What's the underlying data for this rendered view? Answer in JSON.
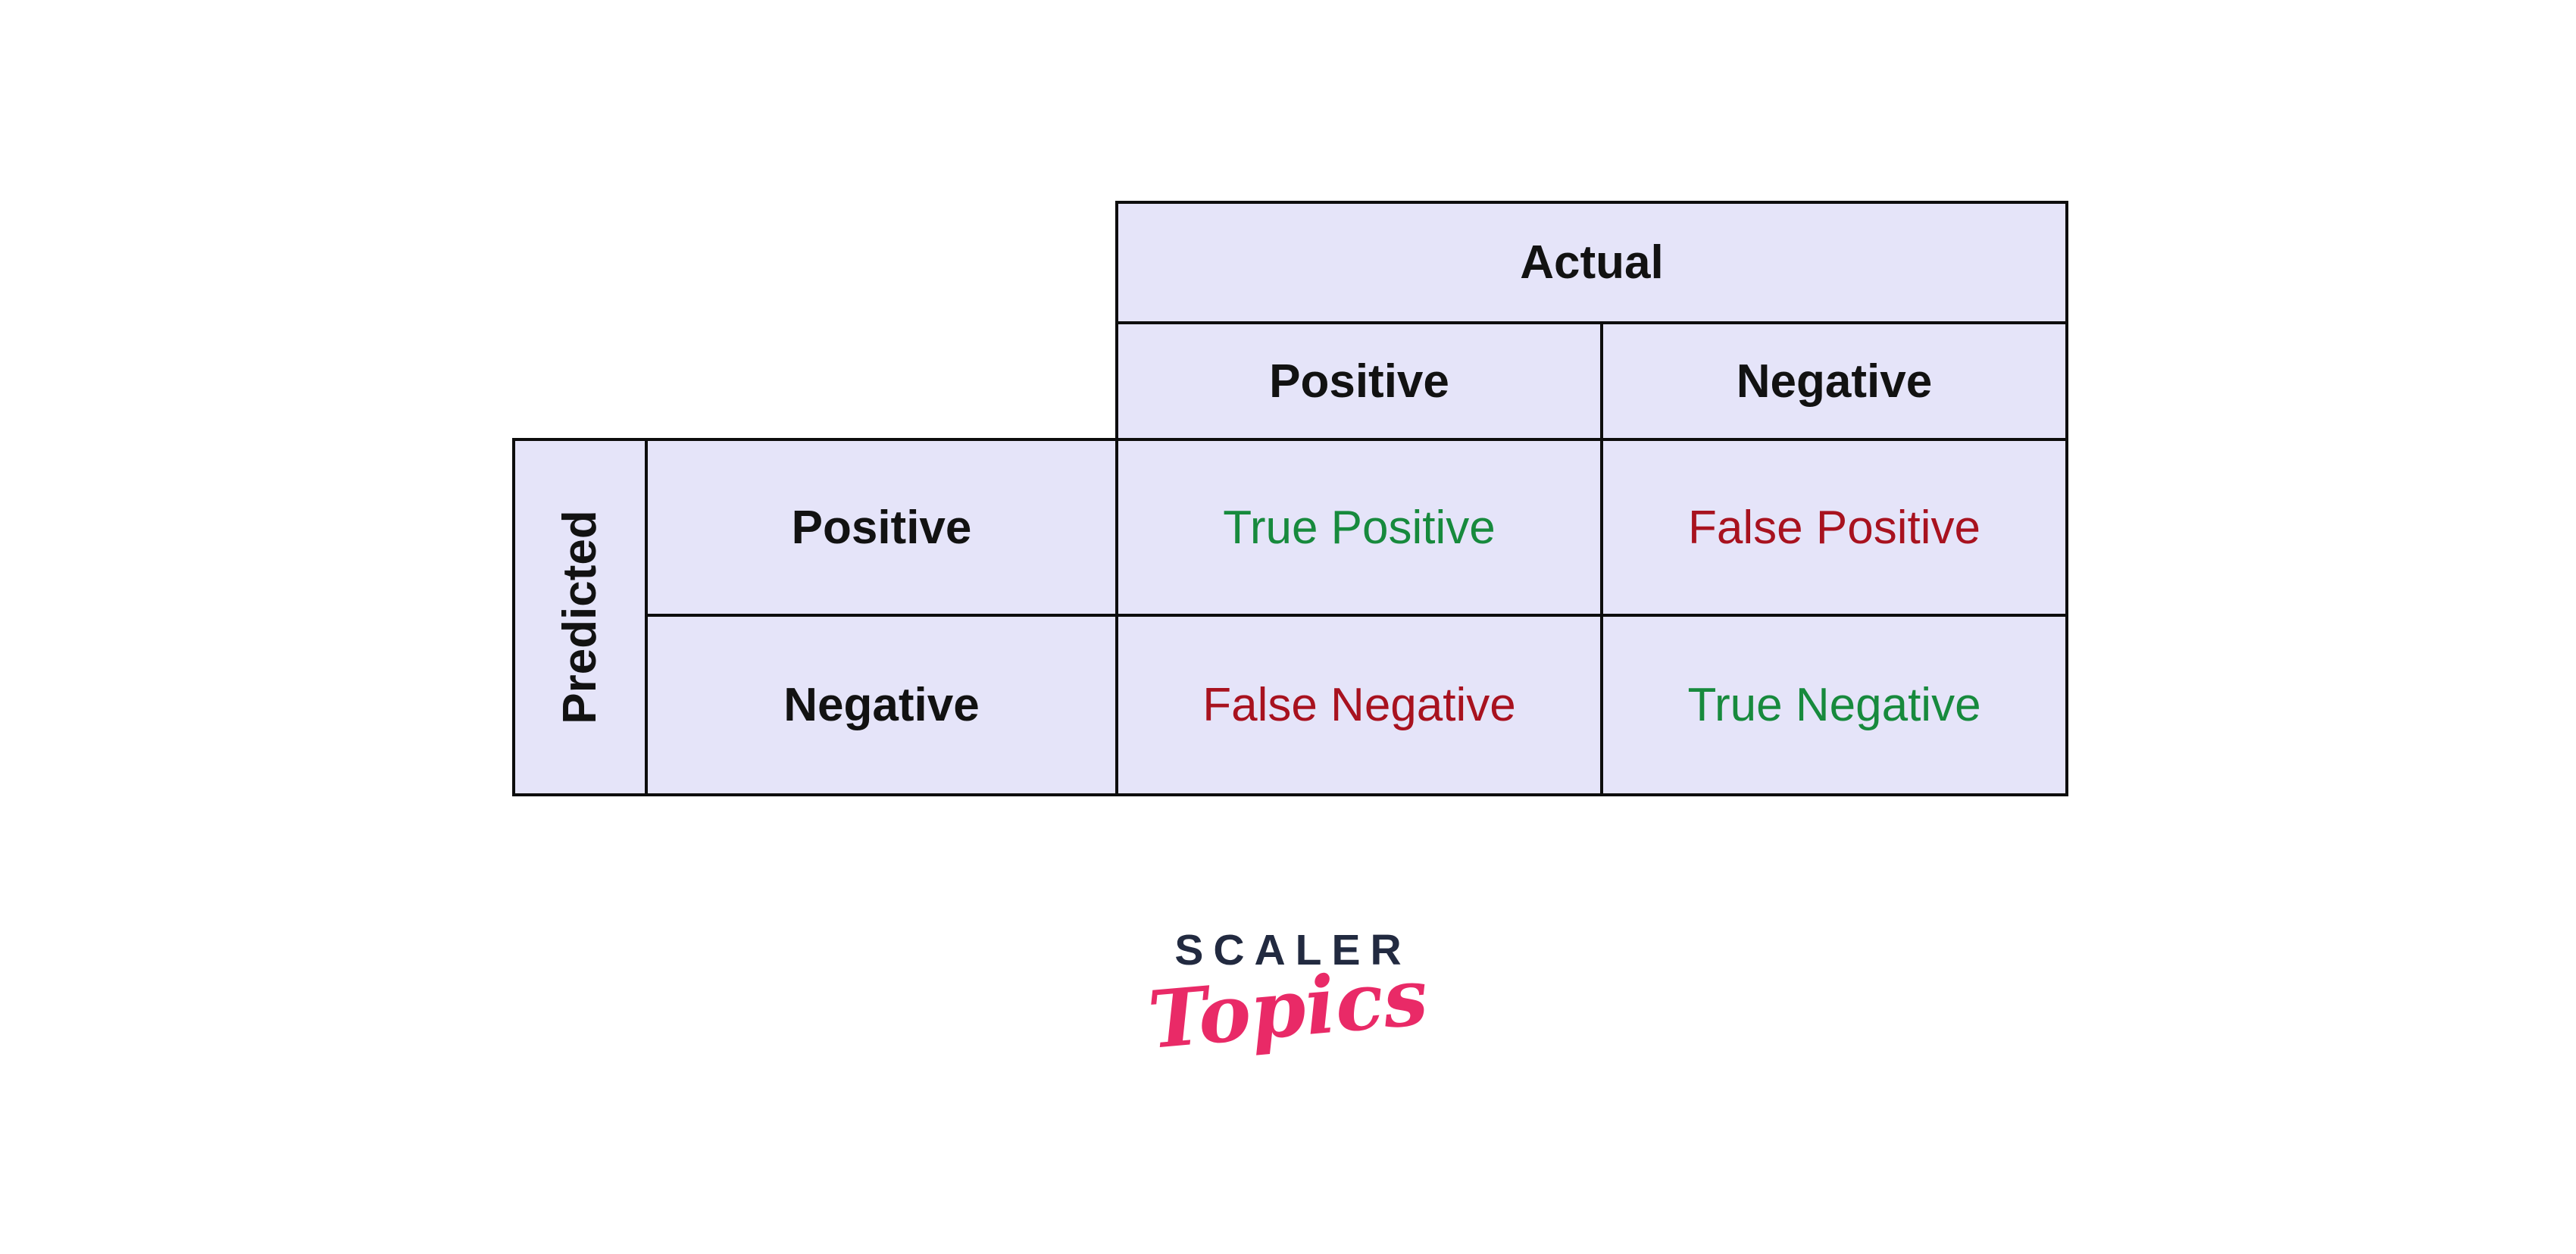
{
  "colors": {
    "page_background": "#ffffff",
    "cell_background": "#e5e4f9",
    "border": "#0d0d0d",
    "label_text": "#121212",
    "correct_text": "#178a3d",
    "incorrect_text": "#a8121f",
    "logo_primary_color": "#222a40",
    "logo_secondary_color": "#e92a67"
  },
  "matrix": {
    "top_axis_label": "Actual",
    "side_axis_label": "Predicted",
    "column_headers": [
      "Positive",
      "Negative"
    ],
    "row_headers": [
      "Positive",
      "Negative"
    ],
    "cells": [
      [
        {
          "label": "True Positive",
          "status": "correct"
        },
        {
          "label": "False Positive",
          "status": "incorrect"
        }
      ],
      [
        {
          "label": "False Negative",
          "status": "incorrect"
        },
        {
          "label": "True Negative",
          "status": "correct"
        }
      ]
    ]
  },
  "logo": {
    "primary": "SCALER",
    "secondary": "Topics"
  }
}
